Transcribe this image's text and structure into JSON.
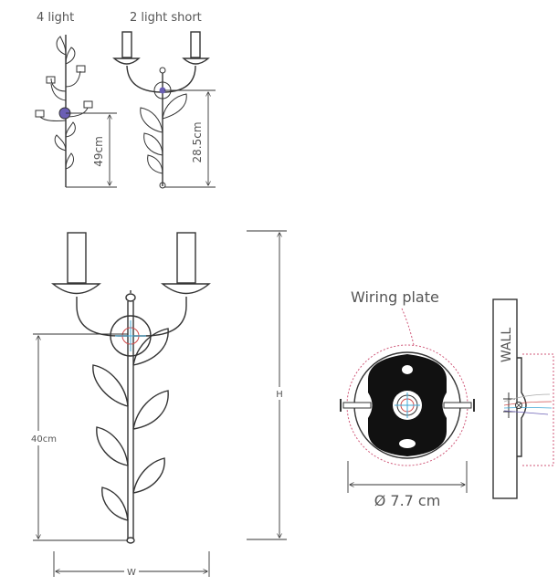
{
  "labels": {
    "four_light": "4 light",
    "two_light_short": "2 light short",
    "dim_49": "49cm",
    "dim_28": "28.5cm",
    "dim_40": "40cm",
    "dim_h": "H",
    "dim_w": "W",
    "wiring_plate": "Wiring plate",
    "diameter": "Ø 7.7 cm",
    "wall": "WALL"
  },
  "colors": {
    "line": "#333333",
    "dim_line": "#333333",
    "dotted_guide": "#d05a7a",
    "center_mark_blue": "#3fa7d6",
    "center_mark_red": "#d04a4a",
    "center_mark_purple": "#6b5fb5",
    "fill_black": "#111111"
  }
}
